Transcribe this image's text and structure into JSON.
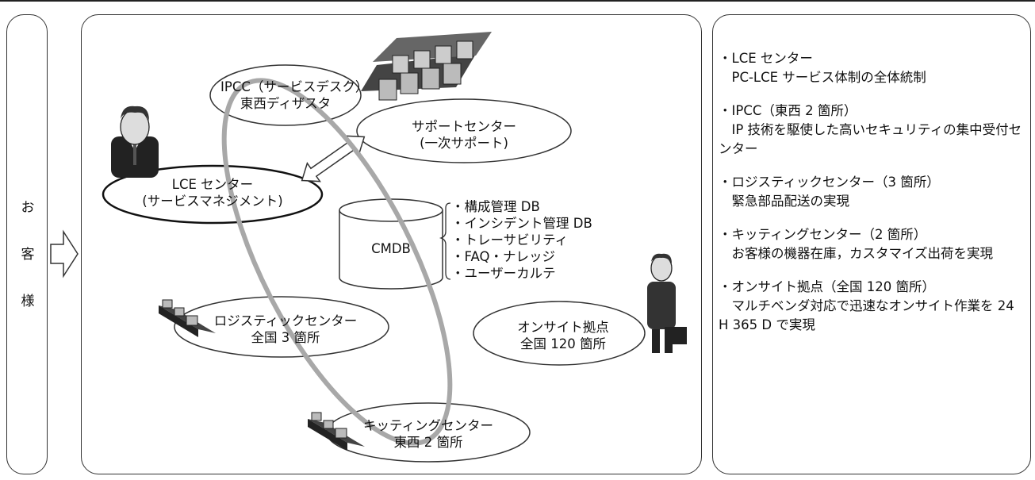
{
  "customer": {
    "chars": [
      "お",
      "客",
      "様"
    ]
  },
  "center": {
    "ipcc_label": [
      "IPCC（サービスデスク）",
      "東西ディザスタ"
    ],
    "support_label": [
      "サポートセンター",
      "(一次サポート)"
    ],
    "lce_label": [
      "LCE センター",
      "(サービスマネジメント)"
    ],
    "cmdb_label": "CMDB",
    "cmdb_items": [
      "・構成管理 DB",
      "・インシデント管理 DB",
      "・トレーサビリティ",
      "・FAQ・ナレッジ",
      "・ユーザーカルテ"
    ],
    "logistics_label": [
      "ロジスティックセンター",
      "全国 3 箇所"
    ],
    "onsite_label": [
      "オンサイト拠点",
      "全国 120 箇所"
    ],
    "kitting_label": [
      "キッティングセンター",
      "東西 2 箇所"
    ]
  },
  "notes": [
    {
      "head": "・LCE センター",
      "body": "　PC-LCE サービス体制の全体統制"
    },
    {
      "head": "・IPCC（東西 2 箇所）",
      "body": "　IP 技術を駆使した高いセキュリティの集中受付センター"
    },
    {
      "head": "・ロジスティックセンター（3 箇所）",
      "body": "　緊急部品配送の実現"
    },
    {
      "head": "・キッティングセンター（2 箇所）",
      "body": "　お客様の機器在庫，カスタマイズ出荷を実現"
    },
    {
      "head": "・オンサイト拠点（全国 120 箇所）",
      "body": "　マルチベンダ対応で迅速なオンサイト作業を 24 H 365 D で実現"
    }
  ]
}
